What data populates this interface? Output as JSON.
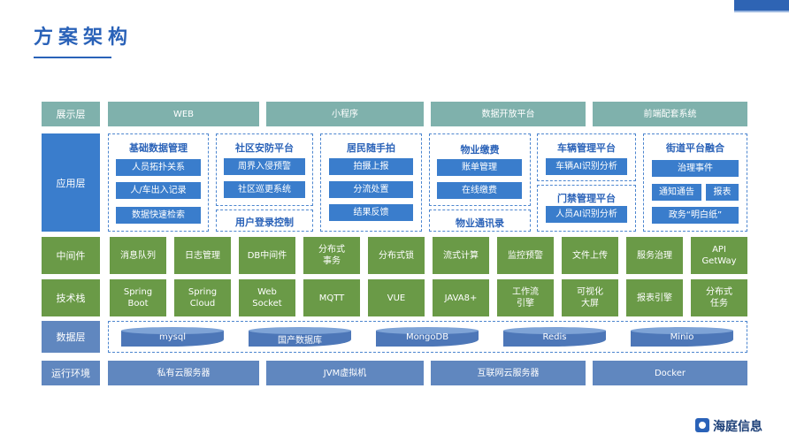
{
  "title": "方案架构",
  "layers": {
    "display": "展示层",
    "application": "应用层",
    "middleware": "中间件",
    "tech": "技术栈",
    "data": "数据层",
    "runtime": "运行环境"
  },
  "display_items": [
    "WEB",
    "小程序",
    "数据开放平台",
    "前端配套系统"
  ],
  "app_groups": {
    "g1": {
      "title": "基础数据管理",
      "items": [
        "人员拓扑关系",
        "人/车出入记录",
        "数据快速检索"
      ]
    },
    "g2": {
      "title": "社区安防平台",
      "items": [
        "周界入侵预警",
        "社区巡更系统"
      ],
      "sub": "用户登录控制"
    },
    "g3": {
      "title": "居民随手拍",
      "items": [
        "拍摄上报",
        "分流处置",
        "结果反馈"
      ]
    },
    "g4": {
      "title": "物业缴费",
      "items": [
        "账单管理",
        "在线缴费"
      ],
      "sub": "物业通讯录"
    },
    "g5": {
      "title": "车辆管理平台",
      "items": [
        "车辆AI识别分析"
      ]
    },
    "g6": {
      "title": "门禁管理平台",
      "items": [
        "人员AI识别分析"
      ]
    },
    "g7": {
      "title": "街道平台融合",
      "items": [
        "治理事件",
        "通知通告",
        "报表",
        "政务“明白纸”"
      ]
    }
  },
  "middleware_items": [
    "消息队列",
    "日志管理",
    "DB中间件",
    "分布式\n事务",
    "分布式锁",
    "流式计算",
    "监控预警",
    "文件上传",
    "服务治理",
    "API\nGetWay"
  ],
  "tech_items": [
    "Spring\nBoot",
    "Spring\nCloud",
    "Web\nSocket",
    "MQTT",
    "VUE",
    "JAVA8+",
    "工作流\n引擎",
    "可视化\n大屏",
    "报表引擎",
    "分布式\n任务"
  ],
  "data_items": [
    "mysql",
    "国产数据库",
    "MongoDB",
    "Redis",
    "Minio"
  ],
  "runtime_items": [
    "私有云服务器",
    "JVM虚拟机",
    "互联网云服务器",
    "Docker"
  ],
  "logo": {
    "text": "海庭信息"
  },
  "colors": {
    "teal": "#7fb1ac",
    "blue": "#3a7dcc",
    "green": "#6a9a47",
    "steel": "#6087bf",
    "title": "#2a62b8"
  }
}
